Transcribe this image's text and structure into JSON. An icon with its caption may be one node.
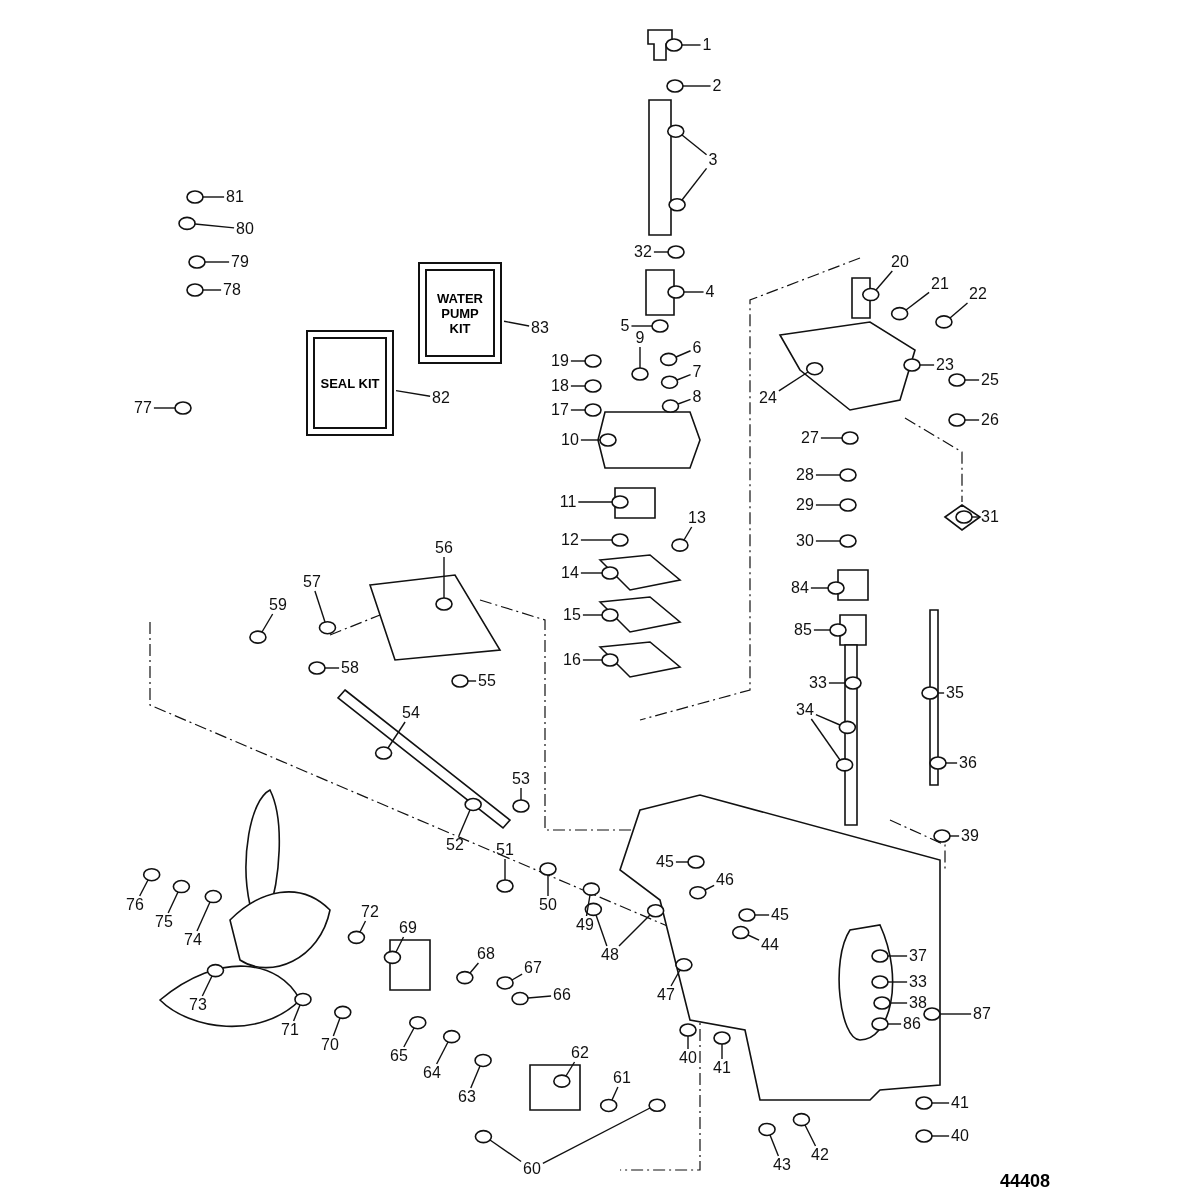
{
  "diagram": {
    "nodes": [
      {
        "text": [
          "1"
        ]
      },
      {
        "text": [
          "2"
        ]
      },
      {
        "text": [
          "3"
        ]
      },
      {
        "text": [
          "81"
        ]
      },
      {
        "text": [
          "80"
        ]
      },
      {
        "text": [
          "79"
        ]
      },
      {
        "text": [
          "78"
        ]
      },
      {
        "text": [
          "32"
        ]
      },
      {
        "text": [
          "4"
        ]
      },
      {
        "text": [
          "WATER PUMP KIT"
        ]
      },
      {
        "text": [
          "83"
        ]
      },
      {
        "text": [
          "5"
        ]
      },
      {
        "text": [
          "6"
        ]
      },
      {
        "text": [
          "9"
        ]
      },
      {
        "text": [
          "19"
        ]
      },
      {
        "text": [
          "7"
        ]
      },
      {
        "text": [
          "18"
        ]
      },
      {
        "text": [
          "8"
        ]
      },
      {
        "text": [
          "17"
        ]
      },
      {
        "text": [
          "SEAL KIT"
        ]
      },
      {
        "text": [
          "82"
        ]
      },
      {
        "text": [
          "77"
        ]
      },
      {
        "text": [
          "10"
        ]
      },
      {
        "text": [
          "11"
        ]
      },
      {
        "text": [
          "12"
        ]
      },
      {
        "text": [
          "13"
        ]
      },
      {
        "text": [
          "14"
        ]
      },
      {
        "text": [
          "15"
        ]
      },
      {
        "text": [
          "16"
        ]
      },
      {
        "text": [
          "20"
        ]
      },
      {
        "text": [
          "21"
        ]
      },
      {
        "text": [
          "22"
        ]
      },
      {
        "text": [
          "23"
        ]
      },
      {
        "text": [
          "25"
        ]
      },
      {
        "text": [
          "24"
        ]
      },
      {
        "text": [
          "26"
        ]
      },
      {
        "text": [
          "27"
        ]
      },
      {
        "text": [
          "28"
        ]
      },
      {
        "text": [
          "29"
        ]
      },
      {
        "text": [
          "30"
        ]
      },
      {
        "text": [
          "31"
        ]
      },
      {
        "text": [
          "56"
        ]
      },
      {
        "text": [
          "57"
        ]
      },
      {
        "text": [
          "59"
        ]
      },
      {
        "text": [
          "84"
        ]
      },
      {
        "text": [
          "85"
        ]
      },
      {
        "text": [
          "58"
        ]
      },
      {
        "text": [
          "55"
        ]
      },
      {
        "text": [
          "33"
        ]
      },
      {
        "text": [
          "35"
        ]
      },
      {
        "text": [
          "34"
        ]
      },
      {
        "text": [
          "54"
        ]
      },
      {
        "text": [
          "36"
        ]
      },
      {
        "text": [
          "53"
        ]
      },
      {
        "text": [
          "39"
        ]
      },
      {
        "text": [
          "52"
        ]
      },
      {
        "text": [
          "51"
        ]
      },
      {
        "text": [
          "45"
        ]
      },
      {
        "text": [
          "50"
        ]
      },
      {
        "text": [
          "46"
        ]
      },
      {
        "text": [
          "45"
        ]
      },
      {
        "text": [
          "49"
        ]
      },
      {
        "text": [
          "44"
        ]
      },
      {
        "text": [
          "48"
        ]
      },
      {
        "text": [
          "37"
        ]
      },
      {
        "text": [
          "47"
        ]
      },
      {
        "text": [
          "66"
        ]
      },
      {
        "text": [
          "67"
        ]
      },
      {
        "text": [
          "68"
        ]
      },
      {
        "text": [
          "69"
        ]
      },
      {
        "text": [
          "72"
        ]
      },
      {
        "text": [
          "33"
        ]
      },
      {
        "text": [
          "38"
        ]
      },
      {
        "text": [
          "86"
        ]
      },
      {
        "text": [
          "87"
        ]
      },
      {
        "text": [
          "76"
        ]
      },
      {
        "text": [
          "75"
        ]
      },
      {
        "text": [
          "74"
        ]
      },
      {
        "text": [
          "73"
        ]
      },
      {
        "text": [
          "71"
        ]
      },
      {
        "text": [
          "70"
        ]
      },
      {
        "text": [
          "40"
        ]
      },
      {
        "text": [
          "41"
        ]
      },
      {
        "text": [
          "65"
        ]
      },
      {
        "text": [
          "62"
        ]
      },
      {
        "text": [
          "64"
        ]
      },
      {
        "text": [
          "61"
        ]
      },
      {
        "text": [
          "41"
        ]
      },
      {
        "text": [
          "63"
        ]
      },
      {
        "text": [
          "40"
        ]
      },
      {
        "text": [
          "42"
        ]
      },
      {
        "text": [
          "43"
        ]
      },
      {
        "text": [
          "60"
        ]
      },
      {
        "text": [],
        "shape": "circle"
      },
      {
        "text": [],
        "shape": "circle"
      },
      {
        "text": [],
        "shape": "circle"
      },
      {
        "text": [],
        "shape": "circle"
      },
      {
        "text": [],
        "shape": "circle"
      },
      {
        "text": [],
        "shape": "circle"
      },
      {
        "text": [],
        "shape": "circle"
      },
      {
        "text": [],
        "shape": "circle"
      },
      {
        "text": [],
        "shape": "circle"
      },
      {
        "text": [],
        "shape": "circle"
      },
      {
        "text": [],
        "shape": "circle"
      },
      {
        "text": [],
        "shape": "circle"
      },
      {
        "text": [],
        "shape": "circle"
      },
      {
        "text": [],
        "shape": "circle"
      },
      {
        "text": [],
        "shape": "circle"
      },
      {
        "text": [],
        "shape": "circle"
      },
      {
        "text": [],
        "shape": "circle"
      },
      {
        "text": [],
        "shape": "circle"
      },
      {
        "text": [],
        "shape": "circle"
      },
      {
        "text": [],
        "shape": "circle"
      },
      {
        "text": [],
        "shape": "circle"
      },
      {
        "text": [],
        "shape": "circle"
      },
      {
        "text": [],
        "shape": "circle"
      },
      {
        "text": [],
        "shape": "circle"
      },
      {
        "text": [],
        "shape": "circle"
      },
      {
        "text": [],
        "shape": "circle"
      },
      {
        "text": [],
        "shape": "circle"
      },
      {
        "text": [],
        "shape": "circle"
      },
      {
        "text": [],
        "shape": "circle"
      },
      {
        "text": [],
        "shape": "circle"
      },
      {
        "text": [],
        "shape": "circle"
      },
      {
        "text": [],
        "shape": "circle"
      },
      {
        "text": [],
        "shape": "circle"
      },
      {
        "text": [],
        "shape": "circle"
      },
      {
        "text": [],
        "shape": "circle"
      },
      {
        "text": [],
        "shape": "circle"
      },
      {
        "text": [],
        "shape": "circle"
      },
      {
        "text": [],
        "shape": "circle"
      },
      {
        "text": [],
        "shape": "circle"
      },
      {
        "text": [],
        "shape": "circle"
      },
      {
        "text": [],
        "shape": "circle"
      },
      {
        "text": [],
        "shape": "circle"
      },
      {
        "text": [],
        "shape": "circle"
      },
      {
        "text": [],
        "shape": "circle"
      },
      {
        "text": [],
        "shape": "circle"
      },
      {
        "text": [],
        "shape": "circle"
      },
      {
        "text": [],
        "shape": "circle"
      },
      {
        "text": [],
        "shape": "circle"
      },
      {
        "text": [],
        "shape": "circle"
      },
      {
        "text": [],
        "shape": "circle"
      },
      {
        "text": [],
        "shape": "circle"
      },
      {
        "text": [],
        "shape": "circle"
      },
      {
        "text": [],
        "shape": "circle"
      },
      {
        "text": [],
        "shape": "circle"
      },
      {
        "text": [],
        "shape": "circle"
      },
      {
        "text": [],
        "shape": "circle"
      },
      {
        "text": [],
        "shape": "circle"
      },
      {
        "text": [],
        "shape": "circle"
      },
      {
        "text": [],
        "shape": "circle"
      },
      {
        "text": [],
        "shape": "circle"
      },
      {
        "text": [],
        "shape": "circle"
      },
      {
        "text": [],
        "shape": "circle"
      },
      {
        "text": [],
        "shape": "circle"
      },
      {
        "text": [],
        "shape": "circle"
      },
      {
        "text": [],
        "shape": "circle"
      },
      {
        "text": [],
        "shape": "circle"
      },
      {
        "text": [],
        "shape": "circle"
      },
      {
        "text": [],
        "shape": "circle"
      },
      {
        "text": [],
        "shape": "circle"
      },
      {
        "text": [],
        "shape": "circle"
      },
      {
        "text": [],
        "shape": "circle"
      },
      {
        "text": [],
        "shape": "circle"
      },
      {
        "text": [],
        "shape": "circle"
      },
      {
        "text": [],
        "shape": "circle"
      },
      {
        "text": [],
        "shape": "circle"
      },
      {
        "text": [],
        "shape": "circle"
      },
      {
        "text": [],
        "shape": "circle"
      },
      {
        "text": [],
        "shape": "circle"
      },
      {
        "text": [],
        "shape": "circle"
      },
      {
        "text": [],
        "shape": "circle"
      },
      {
        "text": [],
        "shape": "circle"
      },
      {
        "text": [],
        "shape": "circle"
      },
      {
        "text": [],
        "shape": "circle"
      },
      {
        "text": [],
        "shape": "circle"
      },
      {
        "text": [],
        "shape": "circle"
      },
      {
        "text": [],
        "shape": "circle"
      },
      {
        "text": [],
        "shape": "circle"
      },
      {
        "text": [],
        "shape": "circle"
      },
      {
        "text": [],
        "shape": "circle"
      },
      {
        "text": [],
        "shape": "circle"
      },
      {
        "text": [],
        "shape": "circle"
      },
      {
        "text": [],
        "shape": "circle"
      },
      {
        "text": [],
        "shape": "circle"
      }
    ],
    "edges": [
      {
        "from": 0,
        "to": 93,
        "arrow": "none"
      },
      {
        "from": 1,
        "to": 94,
        "arrow": "none"
      },
      {
        "from": 2,
        "to": 95,
        "arrow": "none"
      },
      {
        "from": 2,
        "to": 96,
        "arrow": "none"
      },
      {
        "from": 3,
        "to": 97,
        "arrow": "none"
      },
      {
        "from": 4,
        "to": 98,
        "arrow": "none"
      },
      {
        "from": 5,
        "to": 99,
        "arrow": "none"
      },
      {
        "from": 6,
        "to": 100,
        "arrow": "none"
      },
      {
        "from": 7,
        "to": 101,
        "arrow": "none"
      },
      {
        "from": 8,
        "to": 102,
        "arrow": "none"
      },
      {
        "from": 10,
        "to": 9,
        "arrow": "none"
      },
      {
        "from": 11,
        "to": 103,
        "arrow": "none"
      },
      {
        "from": 12,
        "to": 104,
        "arrow": "none"
      },
      {
        "from": 13,
        "to": 105,
        "arrow": "none"
      },
      {
        "from": 14,
        "to": 106,
        "arrow": "none"
      },
      {
        "from": 15,
        "to": 107,
        "arrow": "none"
      },
      {
        "from": 16,
        "to": 108,
        "arrow": "none"
      },
      {
        "from": 17,
        "to": 109,
        "arrow": "none"
      },
      {
        "from": 18,
        "to": 110,
        "arrow": "none"
      },
      {
        "from": 20,
        "to": 19,
        "arrow": "none"
      },
      {
        "from": 21,
        "to": 111,
        "arrow": "none"
      },
      {
        "from": 22,
        "to": 112,
        "arrow": "none"
      },
      {
        "from": 23,
        "to": 113,
        "arrow": "none"
      },
      {
        "from": 24,
        "to": 114,
        "arrow": "none"
      },
      {
        "from": 25,
        "to": 115,
        "arrow": "none"
      },
      {
        "from": 26,
        "to": 116,
        "arrow": "none"
      },
      {
        "from": 27,
        "to": 117,
        "arrow": "none"
      },
      {
        "from": 28,
        "to": 118,
        "arrow": "none"
      },
      {
        "from": 29,
        "to": 119,
        "arrow": "none"
      },
      {
        "from": 30,
        "to": 120,
        "arrow": "none"
      },
      {
        "from": 31,
        "to": 121,
        "arrow": "none"
      },
      {
        "from": 32,
        "to": 122,
        "arrow": "none"
      },
      {
        "from": 33,
        "to": 123,
        "arrow": "none"
      },
      {
        "from": 34,
        "to": 124,
        "arrow": "none"
      },
      {
        "from": 35,
        "to": 125,
        "arrow": "none"
      },
      {
        "from": 36,
        "to": 126,
        "arrow": "none"
      },
      {
        "from": 37,
        "to": 127,
        "arrow": "none"
      },
      {
        "from": 38,
        "to": 128,
        "arrow": "none"
      },
      {
        "from": 39,
        "to": 129,
        "arrow": "none"
      },
      {
        "from": 40,
        "to": 130,
        "arrow": "none"
      },
      {
        "from": 41,
        "to": 131,
        "arrow": "none"
      },
      {
        "from": 42,
        "to": 132,
        "arrow": "none"
      },
      {
        "from": 43,
        "to": 133,
        "arrow": "none"
      },
      {
        "from": 44,
        "to": 134,
        "arrow": "none"
      },
      {
        "from": 45,
        "to": 135,
        "arrow": "none"
      },
      {
        "from": 46,
        "to": 136,
        "arrow": "none"
      },
      {
        "from": 47,
        "to": 137,
        "arrow": "none"
      },
      {
        "from": 48,
        "to": 138,
        "arrow": "none"
      },
      {
        "from": 49,
        "to": 139,
        "arrow": "none"
      },
      {
        "from": 50,
        "to": 140,
        "arrow": "none"
      },
      {
        "from": 50,
        "to": 141,
        "arrow": "none"
      },
      {
        "from": 51,
        "to": 142,
        "arrow": "none"
      },
      {
        "from": 52,
        "to": 143,
        "arrow": "none"
      },
      {
        "from": 53,
        "to": 144,
        "arrow": "none"
      },
      {
        "from": 54,
        "to": 145,
        "arrow": "none"
      },
      {
        "from": 55,
        "to": 146,
        "arrow": "none"
      },
      {
        "from": 56,
        "to": 147,
        "arrow": "none"
      },
      {
        "from": 57,
        "to": 148,
        "arrow": "none"
      },
      {
        "from": 58,
        "to": 149,
        "arrow": "none"
      },
      {
        "from": 59,
        "to": 150,
        "arrow": "none"
      },
      {
        "from": 60,
        "to": 151,
        "arrow": "none"
      },
      {
        "from": 61,
        "to": 152,
        "arrow": "none"
      },
      {
        "from": 62,
        "to": 153,
        "arrow": "none"
      },
      {
        "from": 63,
        "to": 154,
        "arrow": "none"
      },
      {
        "from": 63,
        "to": 155,
        "arrow": "none"
      },
      {
        "from": 64,
        "to": 156,
        "arrow": "none"
      },
      {
        "from": 65,
        "to": 157,
        "arrow": "none"
      },
      {
        "from": 66,
        "to": 158,
        "arrow": "none"
      },
      {
        "from": 67,
        "to": 159,
        "arrow": "none"
      },
      {
        "from": 68,
        "to": 160,
        "arrow": "none"
      },
      {
        "from": 69,
        "to": 161,
        "arrow": "none"
      },
      {
        "from": 70,
        "to": 162,
        "arrow": "none"
      },
      {
        "from": 71,
        "to": 163,
        "arrow": "none"
      },
      {
        "from": 72,
        "to": 164,
        "arrow": "none"
      },
      {
        "from": 73,
        "to": 165,
        "arrow": "none"
      },
      {
        "from": 74,
        "to": 166,
        "arrow": "none"
      },
      {
        "from": 75,
        "to": 167,
        "arrow": "none"
      },
      {
        "from": 76,
        "to": 168,
        "arrow": "none"
      },
      {
        "from": 77,
        "to": 169,
        "arrow": "none"
      },
      {
        "from": 78,
        "to": 170,
        "arrow": "none"
      },
      {
        "from": 79,
        "to": 171,
        "arrow": "none"
      },
      {
        "from": 80,
        "to": 172,
        "arrow": "none"
      },
      {
        "from": 81,
        "to": 173,
        "arrow": "none"
      },
      {
        "from": 82,
        "to": 174,
        "arrow": "none"
      },
      {
        "from": 83,
        "to": 175,
        "arrow": "none"
      },
      {
        "from": 84,
        "to": 176,
        "arrow": "none"
      },
      {
        "from": 85,
        "to": 177,
        "arrow": "none"
      },
      {
        "from": 86,
        "to": 178,
        "arrow": "none"
      },
      {
        "from": 87,
        "to": 179,
        "arrow": "none"
      },
      {
        "from": 88,
        "to": 180,
        "arrow": "none"
      },
      {
        "from": 89,
        "to": 181,
        "arrow": "none"
      },
      {
        "from": 90,
        "to": 182,
        "arrow": "none"
      },
      {
        "from": 91,
        "to": 183,
        "arrow": "none"
      },
      {
        "from": 92,
        "to": 184,
        "arrow": "none"
      },
      {
        "from": 92,
        "to": 185,
        "arrow": "none"
      }
    ],
    "labels": [
      "44408"
    ]
  }
}
